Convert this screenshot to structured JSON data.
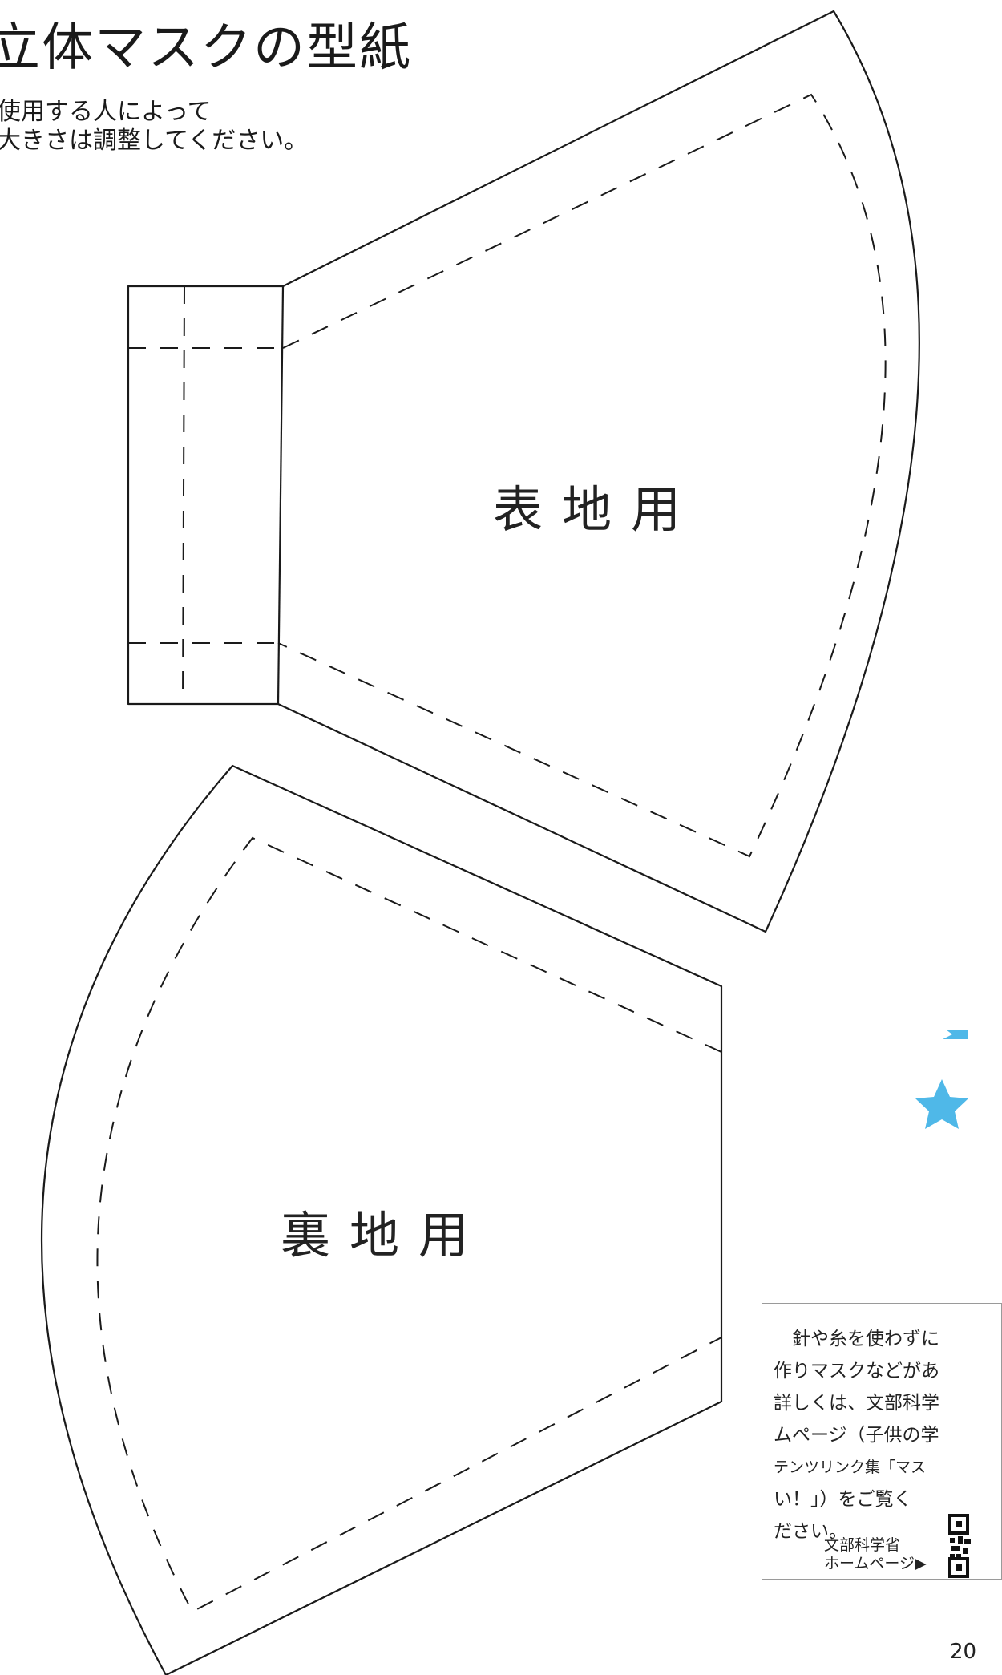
{
  "header": {
    "title": "立体マスクの型紙",
    "subtitle_line1": "使用する人によって",
    "subtitle_line2": "大きさは調整してください。"
  },
  "pieces": {
    "outer_label": "表地用",
    "inner_label": "裏地用"
  },
  "note": {
    "lines": [
      "針や糸を使わずに",
      "作りマスクなどがあ",
      "詳しくは、文部科学",
      "ムページ（子供の学",
      "テンツリンク集「マス",
      "い！」）をご覧く",
      "ださい。"
    ],
    "qr_caption_line1": "文部科学省",
    "qr_caption_line2": "ホームページ▶"
  },
  "page_number": "20",
  "colors": {
    "line": "#1a1a1a",
    "star": "#4fb8e8",
    "box_border": "#9a9a9a"
  }
}
